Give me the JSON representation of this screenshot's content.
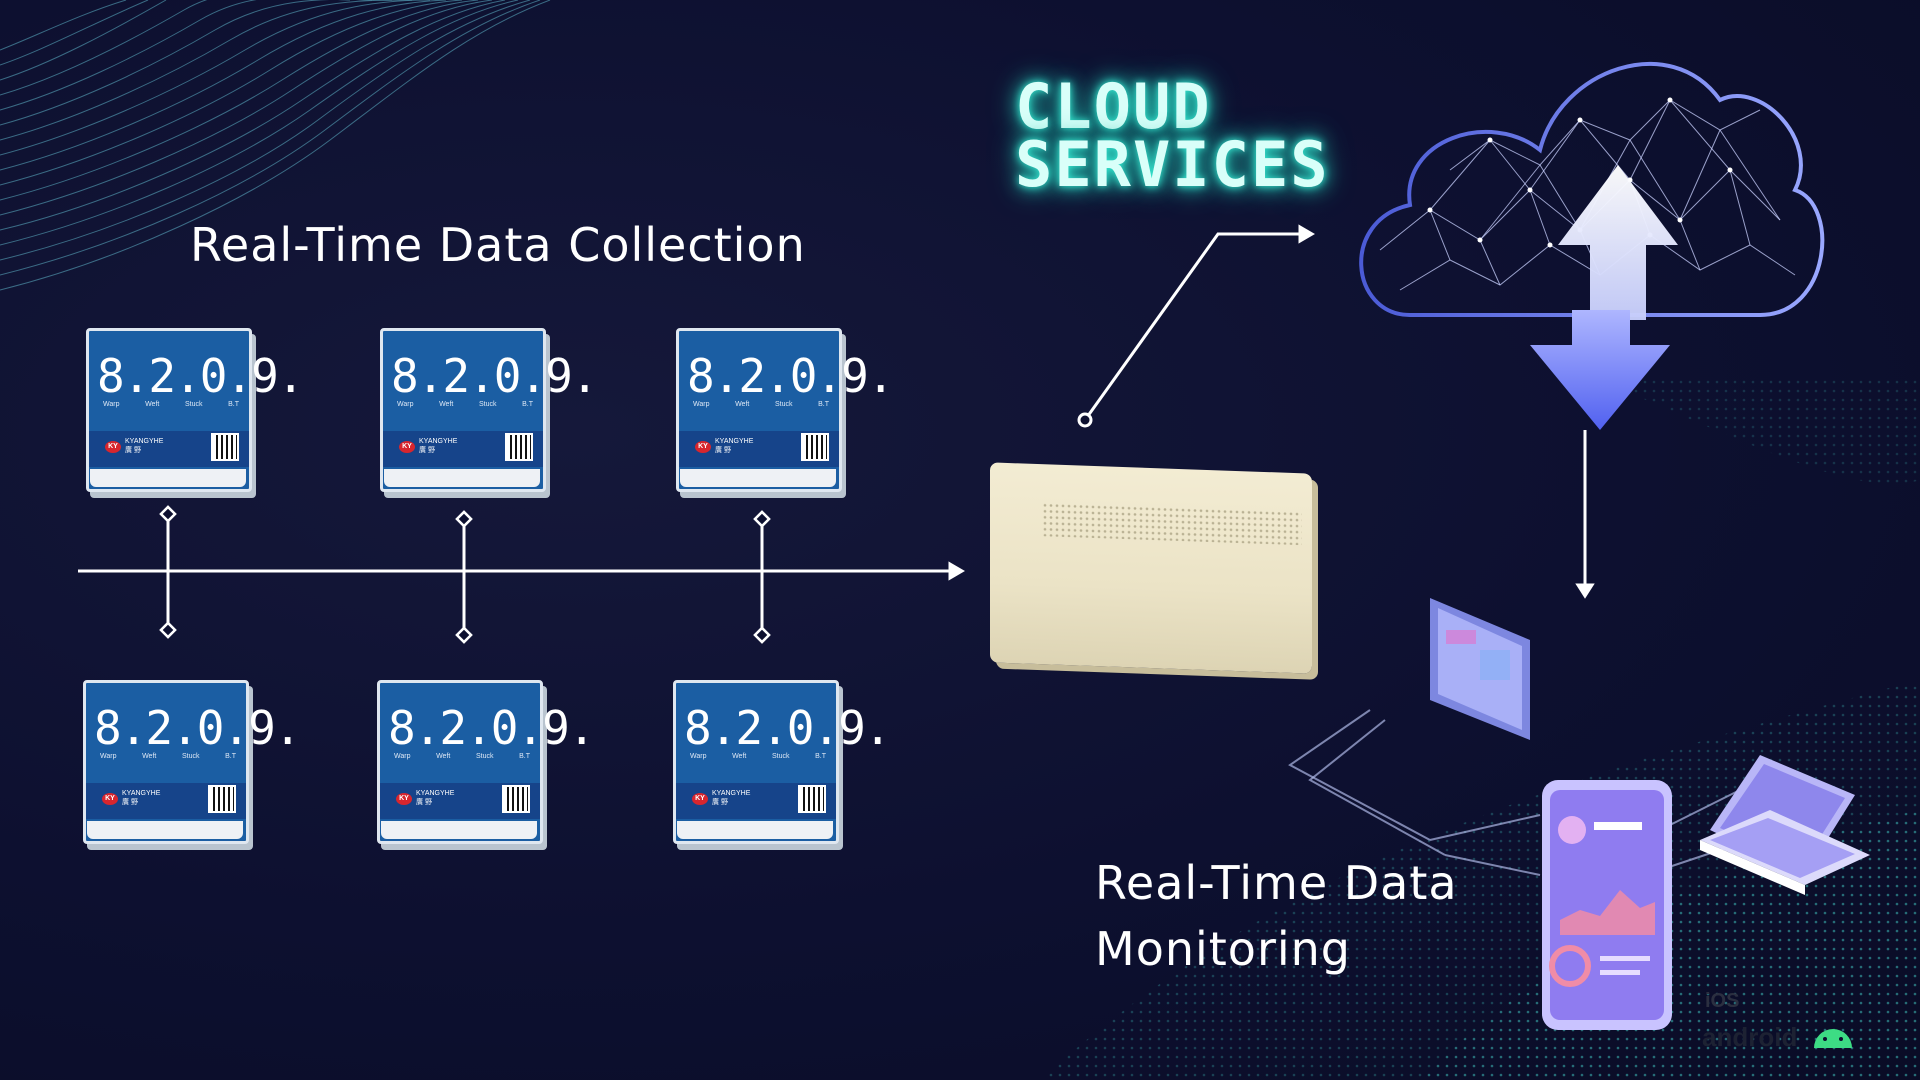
{
  "title": "CLOUD SERVICES",
  "title_lines": [
    "CLOUD",
    "SERVICES"
  ],
  "collection_heading": "Real-Time Data Collection",
  "monitoring_heading": "Real-Time Data Monitoring",
  "monitoring_lines": [
    "Real-Time Data",
    "Monitoring"
  ],
  "device": {
    "display_value": "8.2.0.9.",
    "sub_labels": [
      "Warp",
      "Weft",
      "Stuck",
      "B.T"
    ],
    "logo_text": "KY",
    "brand_text": "KYANGYHE\n廣 野"
  },
  "devices": [
    {
      "id": "device-1"
    },
    {
      "id": "device-2"
    },
    {
      "id": "device-3"
    },
    {
      "id": "device-4"
    },
    {
      "id": "device-5"
    },
    {
      "id": "device-6"
    }
  ],
  "os_labels": [
    "iOS",
    "android"
  ],
  "colors": {
    "background": "#0d1030",
    "title_glow": "#37f0d7",
    "device_blue": "#1b5ea3",
    "cloud_arrow": "#5b6cf2",
    "gateway": "#efe7cc"
  }
}
